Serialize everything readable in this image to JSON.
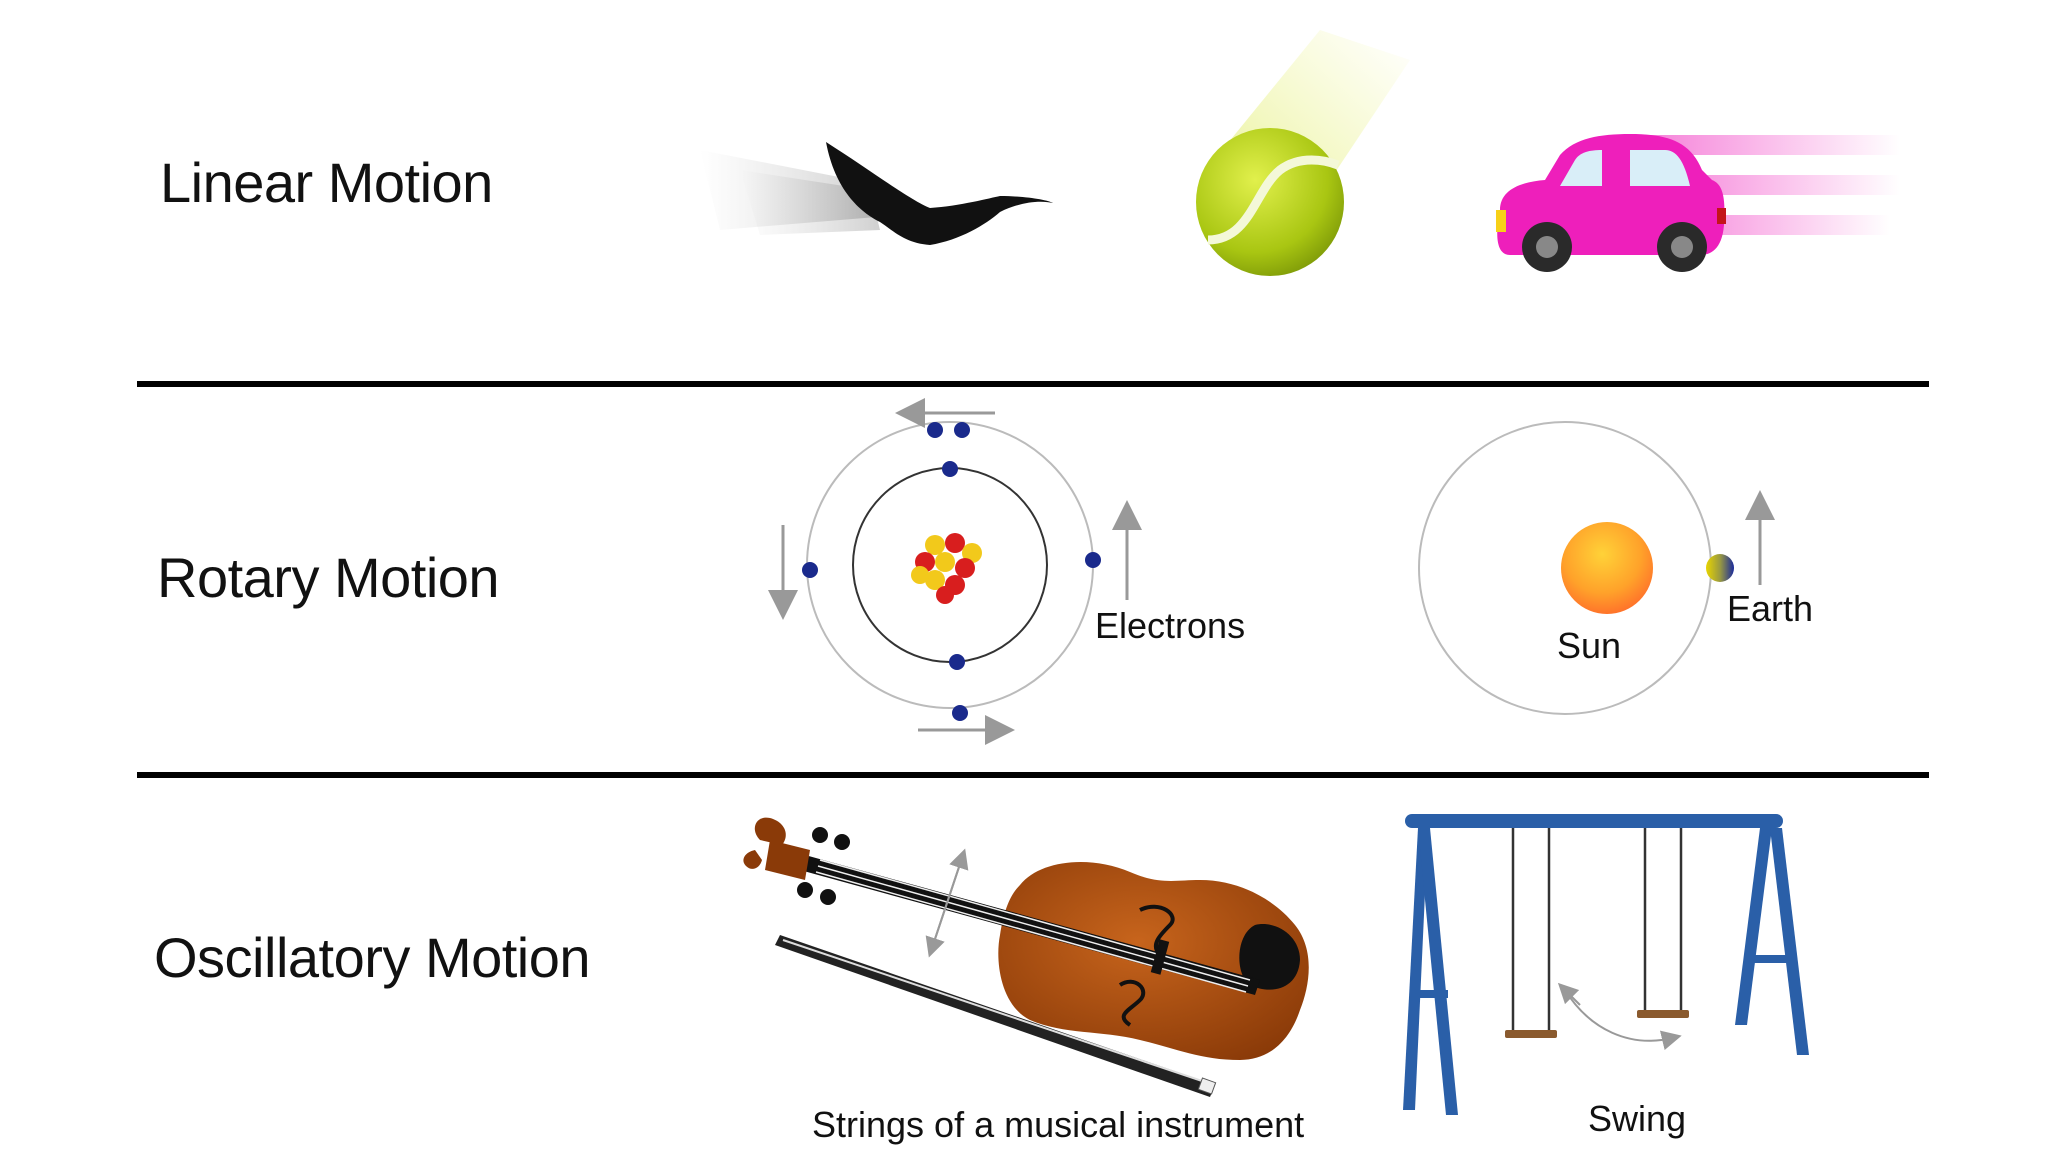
{
  "rows": {
    "linear": {
      "title": "Linear Motion",
      "icons": [
        "bird-icon",
        "tennis-ball-icon",
        "car-icon"
      ]
    },
    "rotary": {
      "title": "Rotary Motion",
      "labels": {
        "electrons": "Electrons",
        "sun": "Sun",
        "earth": "Earth"
      },
      "icons": [
        "atom-icon",
        "solar-orbit-icon"
      ]
    },
    "oscillatory": {
      "title": "Oscillatory Motion",
      "labels": {
        "strings": "Strings of a musical instrument",
        "swing": "Swing"
      },
      "icons": [
        "violin-icon",
        "swing-set-icon"
      ]
    }
  },
  "colors": {
    "divider": "#000000",
    "car": "#ee1fbb",
    "ball": "#b7d41a",
    "violin": "#b4520e",
    "swing_frame": "#2a5fa8",
    "electron": "#1a2a8c",
    "proton": "#d81e1e",
    "neutron": "#f2c91b"
  }
}
